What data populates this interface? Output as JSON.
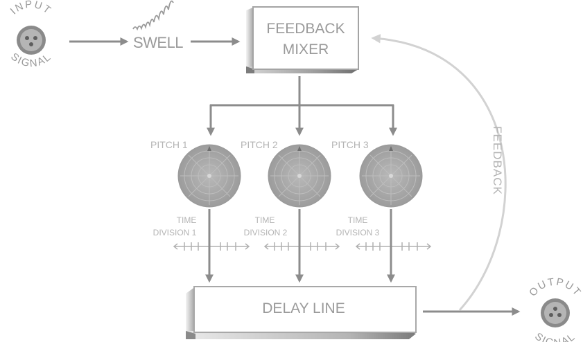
{
  "input": {
    "text": "INPUT",
    "sub": "SIGNAL"
  },
  "output": {
    "text": "OUTPUT",
    "sub": "SIGNAL"
  },
  "swell": {
    "label": "SWELL"
  },
  "mixer": {
    "line1": "FEEDBACK",
    "line2": "MIXER"
  },
  "feedback": {
    "label": "FEEDBACK"
  },
  "pitches": [
    {
      "label": "PITCH 1",
      "time_line1": "TIME",
      "time_line2": "DIVISION 1"
    },
    {
      "label": "PITCH 2",
      "time_line1": "TIME",
      "time_line2": "DIVISION 2"
    },
    {
      "label": "PITCH 3",
      "time_line1": "TIME",
      "time_line2": "DIVISION 3"
    }
  ],
  "delay": {
    "label": "DELAY LINE"
  },
  "colors": {
    "arrow": "#8c8c8c",
    "knob": "#a9a9a9",
    "text": "#9a9a9a",
    "feedback_arc": "#d2d2d2"
  }
}
